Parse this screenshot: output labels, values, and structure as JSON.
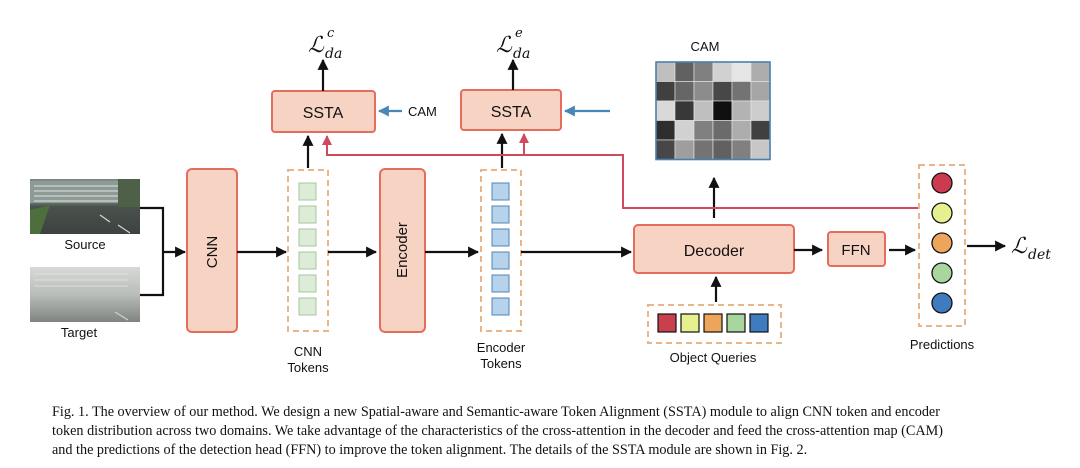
{
  "inputs": {
    "source_label": "Source",
    "target_label": "Target"
  },
  "modules": {
    "cnn": "CNN",
    "encoder": "Encoder",
    "decoder": "Decoder",
    "ffn": "FFN",
    "ssta_cnn": "SSTA",
    "ssta_enc": "SSTA"
  },
  "tokens": {
    "cnn_tokens_line1": "CNN",
    "cnn_tokens_line2": "Tokens",
    "encoder_tokens_line1": "Encoder",
    "encoder_tokens_line2": "Tokens",
    "count": 6,
    "cnn_color": "#dcecd6",
    "encoder_color": "#b7d3ec"
  },
  "cam": {
    "title": "CAM",
    "side_label": "CAM",
    "grid_gray_levels": [
      [
        0.75,
        0.38,
        0.5,
        0.82,
        0.9,
        0.68
      ],
      [
        0.25,
        0.4,
        0.55,
        0.28,
        0.45,
        0.65
      ],
      [
        0.85,
        0.22,
        0.75,
        0.06,
        0.7,
        0.8
      ],
      [
        0.18,
        0.82,
        0.5,
        0.42,
        0.68,
        0.25
      ],
      [
        0.28,
        0.62,
        0.45,
        0.38,
        0.5,
        0.78
      ]
    ]
  },
  "losses": {
    "cnn_loss": {
      "base": "ℒ",
      "sub": "da",
      "sup": "c"
    },
    "enc_loss": {
      "base": "ℒ",
      "sub": "da",
      "sup": "e"
    },
    "det_loss": {
      "base": "ℒ",
      "sub": "det"
    }
  },
  "object_queries": {
    "label": "Object Queries",
    "colors": [
      "#c9404d",
      "#e6f08e",
      "#eda55c",
      "#a9d59e",
      "#3e7bbf"
    ]
  },
  "predictions": {
    "label": "Predictions",
    "colors": [
      "#cc3a4f",
      "#e6f08e",
      "#eda55c",
      "#a9d59e",
      "#3e7bbf"
    ]
  },
  "colors": {
    "module_fill": "#f7d3c4",
    "module_stroke": "#e46d5e",
    "feedback_line": "#d04a5e",
    "cam_arrow": "#4b86b8",
    "dashed_box": "#e9b58a"
  },
  "caption": {
    "lines": [
      "Fig. 1.  The overview of our method. We design a new Spatial-aware and Semantic-aware Token Alignment (SSTA) module to align CNN token and encoder",
      "token distribution across two domains. We take advantage of the characteristics of the cross-attention in the decoder and feed the cross-attention map (CAM)",
      "and the predictions of the detection head (FFN) to improve the token alignment. The details of the SSTA module are shown in Fig. 2."
    ]
  }
}
